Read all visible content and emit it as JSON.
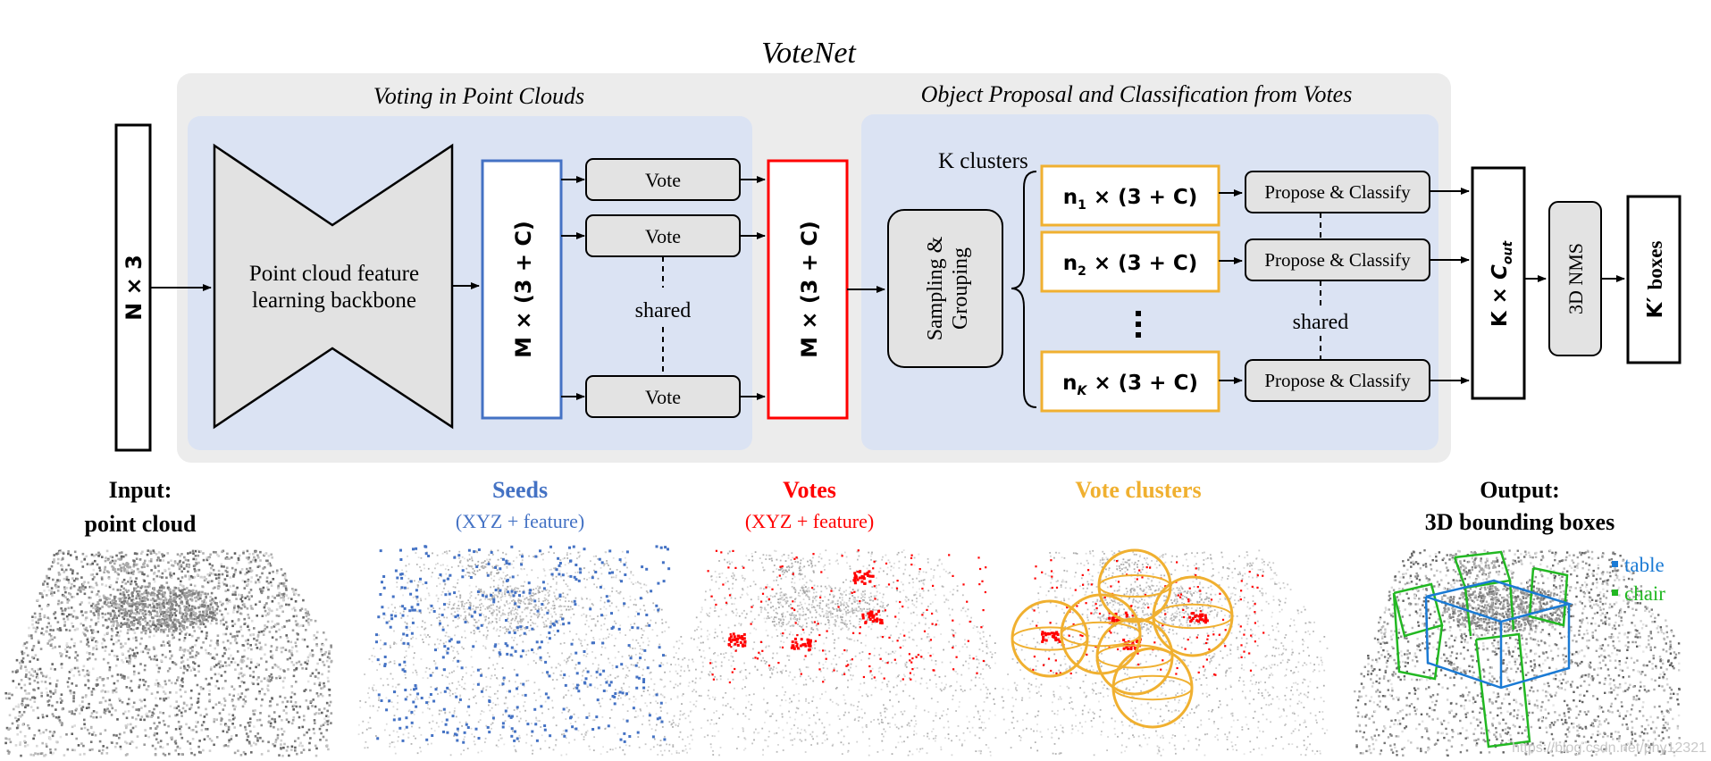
{
  "title": "VoteNet",
  "sections": {
    "voting": "Voting in Point Clouds",
    "proposal": "Object Proposal and Classification from Votes"
  },
  "input_block": {
    "rows": "N",
    "times": "×",
    "cols": "3"
  },
  "backbone": {
    "line1": "Point cloud feature",
    "line2": "learning backbone"
  },
  "seed_block": {
    "m": "M",
    "times": "×",
    "rest": "(3 + C)"
  },
  "vote_block": {
    "m": "M",
    "times": "×",
    "rest": "(3 + C)"
  },
  "vote_label": "Vote",
  "shared_label": "shared",
  "k_clusters": "K clusters",
  "sampling": {
    "line1": "Sampling &",
    "line2": "Grouping"
  },
  "clusters": [
    {
      "n": "n",
      "sub": "1",
      "rest": "× (3 + C)"
    },
    {
      "n": "n",
      "sub": "2",
      "rest": "× (3 + C)"
    },
    {
      "n": "n",
      "sub": "K",
      "rest": "× (3 + C)"
    }
  ],
  "propose_label": "Propose & Classify",
  "kcout": {
    "k": "K",
    "times": "×",
    "c": "C",
    "sub": "out"
  },
  "nms": "3D NMS",
  "output_block": {
    "k": "K",
    "prime": "′",
    "word": "boxes"
  },
  "bottom": {
    "input": {
      "line1": "Input:",
      "line2": "point cloud"
    },
    "seeds": {
      "line1": "Seeds",
      "line2": "(XYZ + feature)"
    },
    "votes": {
      "line1": "Votes",
      "line2": "(XYZ + feature)"
    },
    "clusters": {
      "line1": "Vote clusters"
    },
    "output": {
      "line1": "Output:",
      "line2": "3D bounding boxes"
    }
  },
  "legend": {
    "table": "table",
    "chair": "chair"
  },
  "watermark": "https://blog.csdn.net/phy12321",
  "colors": {
    "seed": "#4472c4",
    "vote": "#ff0000",
    "cluster": "#f0b030",
    "table": "#1a7ad4",
    "chair": "#22b822",
    "panel": "#dbe3f3",
    "outer": "#ececec"
  }
}
